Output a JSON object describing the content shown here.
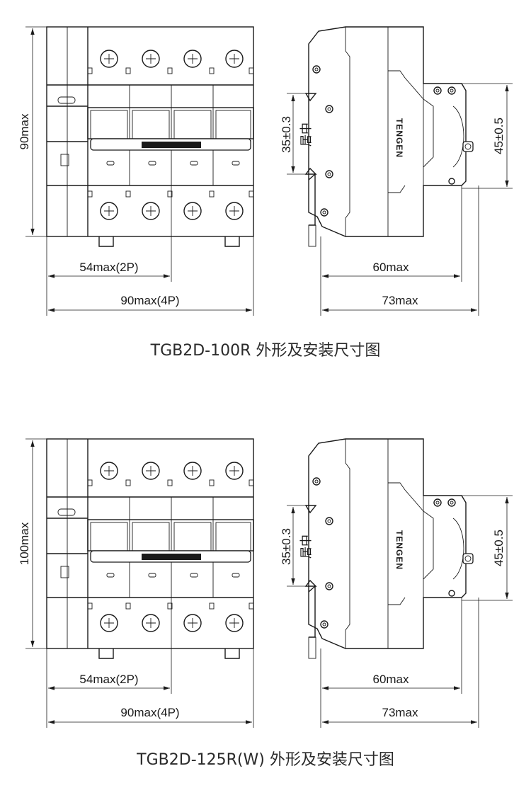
{
  "diagrams": [
    {
      "front": {
        "height_label": "90max",
        "width_2p_label": "54max(2P)",
        "width_4p_label": "90max(4P)"
      },
      "side": {
        "rail_label": "35±0.3",
        "center_label": "居中",
        "brand": "TENGEN",
        "height_label": "45±0.5",
        "depth_label": "60max",
        "total_depth_label": "73max"
      },
      "caption": "TGB2D-100R 外形及安装尺寸图"
    },
    {
      "front": {
        "height_label": "100max",
        "width_2p_label": "54max(2P)",
        "width_4p_label": "90max(4P)"
      },
      "side": {
        "rail_label": "35±0.3",
        "center_label": "居中",
        "brand": "TENGEN",
        "height_label": "45±0.5",
        "depth_label": "60max",
        "total_depth_label": "73max"
      },
      "caption": "TGB2D-125R(W) 外形及安装尺寸图"
    }
  ]
}
